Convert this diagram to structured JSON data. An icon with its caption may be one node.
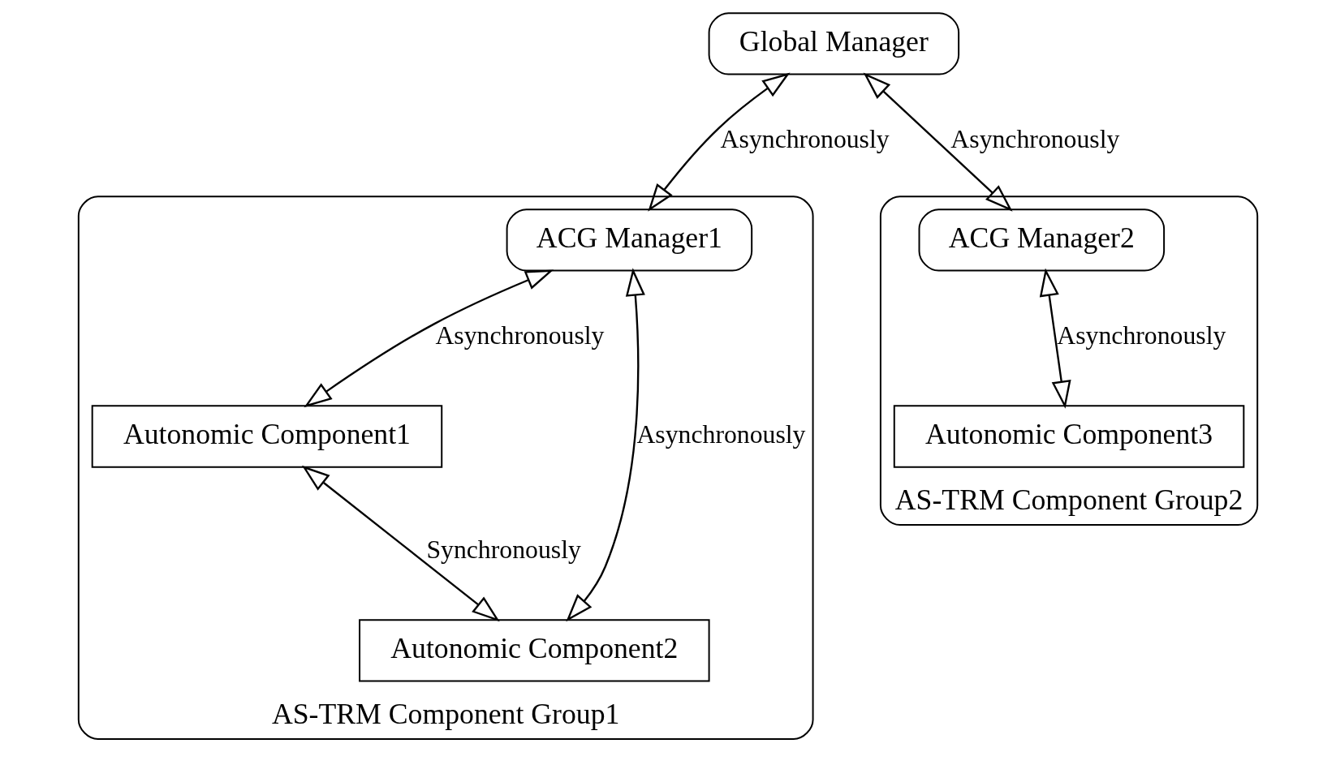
{
  "diagram": {
    "nodes": [
      {
        "text": [
          "Global Manager"
        ]
      },
      {
        "text": [
          "AS-TRM Component Group1"
        ]
      },
      {
        "text": [
          "ACG Manager1"
        ],
        "in": 1
      },
      {
        "text": [
          "Autonomic Component1"
        ],
        "in": 1
      },
      {
        "text": [
          "Autonomic Component2"
        ],
        "in": 1
      },
      {
        "text": [
          "AS-TRM Component Group2"
        ]
      },
      {
        "text": [
          "ACG Manager2"
        ],
        "in": 5
      },
      {
        "text": [
          "Autonomic Component3"
        ],
        "in": 5
      }
    ],
    "edges": [
      {
        "from": 0,
        "to": 2,
        "arrow": "both",
        "label": "Asynchronously"
      },
      {
        "from": 0,
        "to": 6,
        "arrow": "both",
        "label": "Asynchronously"
      },
      {
        "from": 2,
        "to": 3,
        "arrow": "both",
        "label": "Asynchronously"
      },
      {
        "from": 2,
        "to": 4,
        "arrow": "both",
        "label": "Asynchronously"
      },
      {
        "from": 3,
        "to": 4,
        "arrow": "both",
        "label": "Synchronously"
      },
      {
        "from": 6,
        "to": 7,
        "arrow": "both",
        "label": "Asynchronously"
      }
    ]
  }
}
